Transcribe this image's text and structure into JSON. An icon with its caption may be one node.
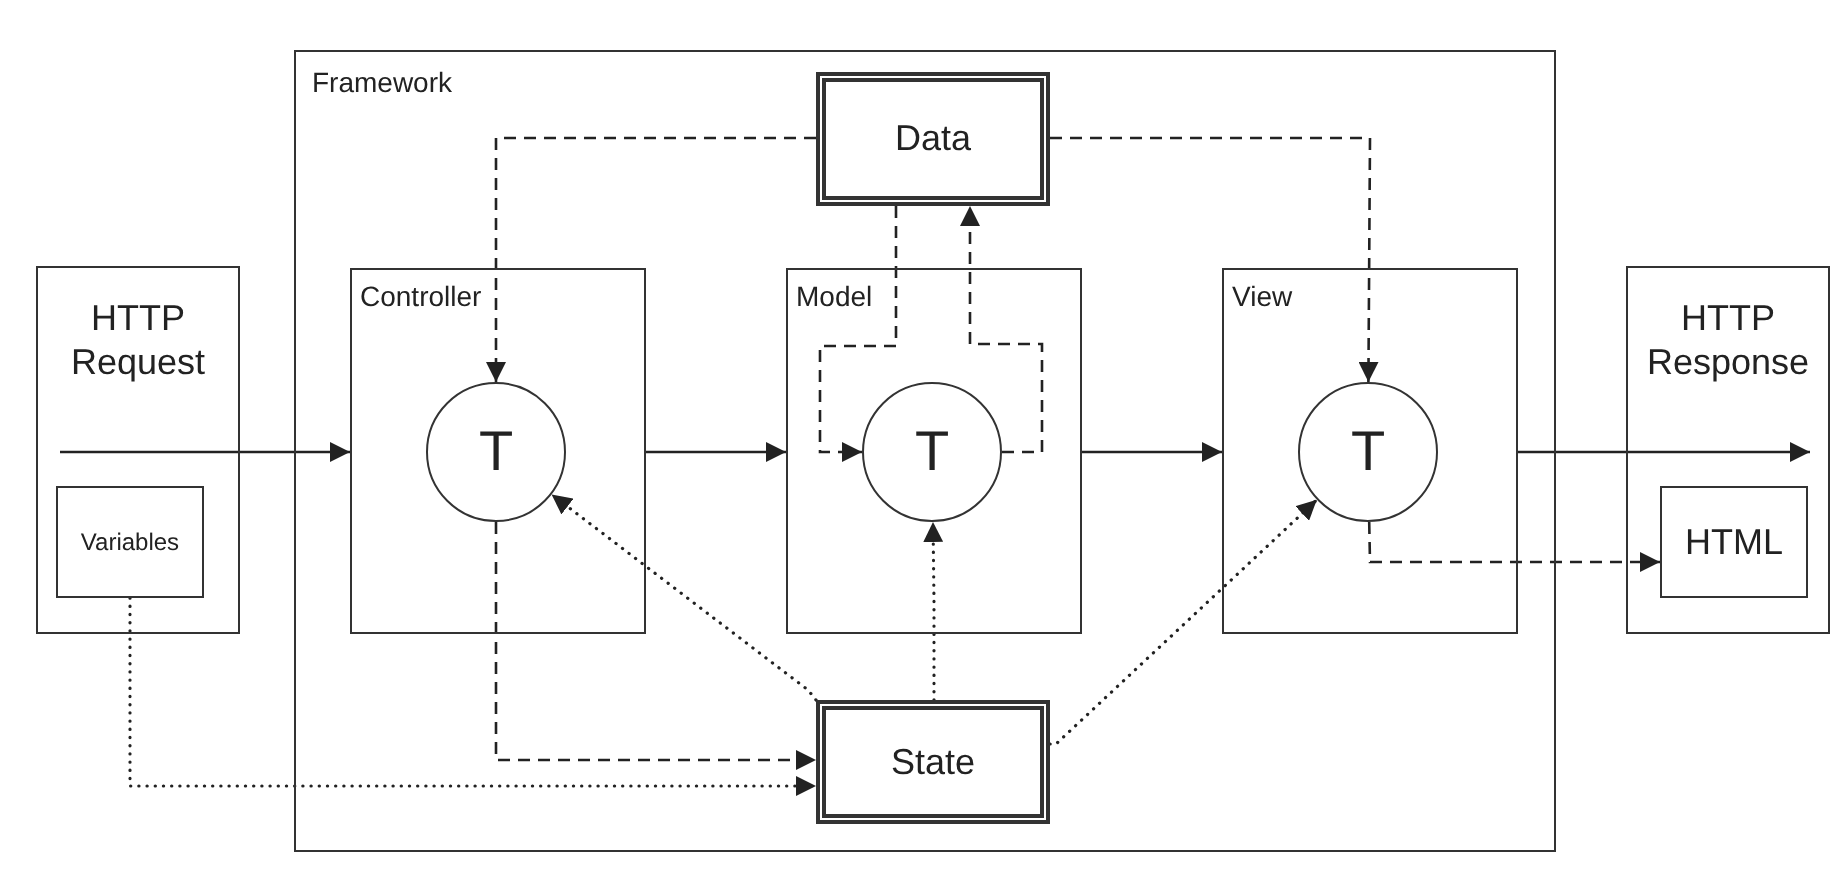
{
  "diagram": {
    "nodes": [
      {
        "text": [
          "Framework"
        ]
      },
      {
        "text": [
          "Data"
        ],
        "in": 0
      },
      {
        "text": [
          "HTTP Request"
        ]
      },
      {
        "text": [
          "Variables"
        ],
        "in": 2
      },
      {
        "text": [
          "Controller"
        ],
        "in": 0
      },
      {
        "text": [
          "T"
        ],
        "in": 4
      },
      {
        "text": [
          "Model"
        ],
        "in": 0
      },
      {
        "text": [
          "T"
        ],
        "in": 6
      },
      {
        "text": [
          "View"
        ],
        "in": 0
      },
      {
        "text": [
          "T"
        ],
        "in": 8
      },
      {
        "text": [
          "HTTP Response"
        ]
      },
      {
        "text": [
          "HTML"
        ],
        "in": 10
      },
      {
        "text": [
          "State"
        ],
        "in": 0
      }
    ],
    "edges": [
      {
        "from": 2,
        "to": 4,
        "arrow": "to"
      },
      {
        "from": 4,
        "to": 6,
        "arrow": "to"
      },
      {
        "from": 6,
        "to": 8,
        "arrow": "to"
      },
      {
        "from": 8,
        "to": 10,
        "arrow": "to"
      },
      {
        "from": 1,
        "to": 5,
        "arrow": "to",
        "style": "dashed"
      },
      {
        "from": 1,
        "to": 9,
        "arrow": "to",
        "style": "dashed"
      },
      {
        "from": 1,
        "to": 7,
        "arrow": "to",
        "style": "dashed"
      },
      {
        "from": 7,
        "to": 1,
        "arrow": "to",
        "style": "dashed"
      },
      {
        "from": 5,
        "to": 12,
        "arrow": "to",
        "style": "dashed"
      },
      {
        "from": 9,
        "to": 11,
        "arrow": "to",
        "style": "dashed"
      },
      {
        "from": 3,
        "to": 12,
        "arrow": "to",
        "style": "dashed"
      },
      {
        "from": 12,
        "to": 5,
        "arrow": "to",
        "style": "dashed"
      },
      {
        "from": 12,
        "to": 7,
        "arrow": "to",
        "style": "dashed"
      },
      {
        "from": 12,
        "to": 9,
        "arrow": "to",
        "style": "dashed"
      }
    ]
  }
}
